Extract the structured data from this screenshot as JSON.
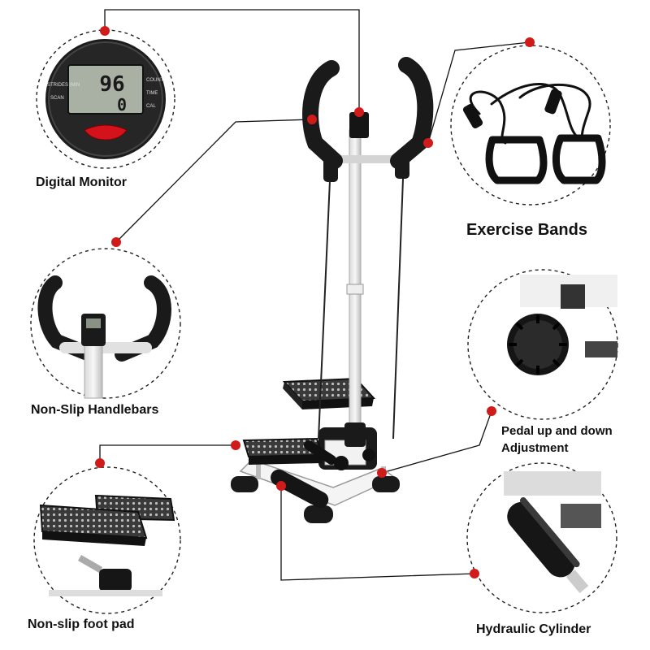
{
  "features": [
    {
      "id": "digital-monitor",
      "label": "Digital Monitor"
    },
    {
      "id": "exercise-bands",
      "label": "Exercise Bands"
    },
    {
      "id": "handlebars",
      "label": "Non-Slip Handlebars"
    },
    {
      "id": "pedal-adjustment",
      "label_line1": "Pedal up and down",
      "label_line2": "Adjustment"
    },
    {
      "id": "foot-pad",
      "label": "Non-slip foot pad"
    },
    {
      "id": "hydraulic-cylinder",
      "label": "Hydraulic Cylinder"
    }
  ],
  "monitor_display": {
    "reading": "96",
    "reading_small": "0",
    "left_labels": [
      "STRIDES /MIN",
      "SCAN"
    ],
    "right_labels": [
      "COUNT",
      "TIME",
      "CAL"
    ]
  },
  "colors": {
    "callout_dot": "#d01b1b",
    "frame": "#ffffff",
    "foam": "#1a1a1a",
    "background": "#ffffff"
  }
}
